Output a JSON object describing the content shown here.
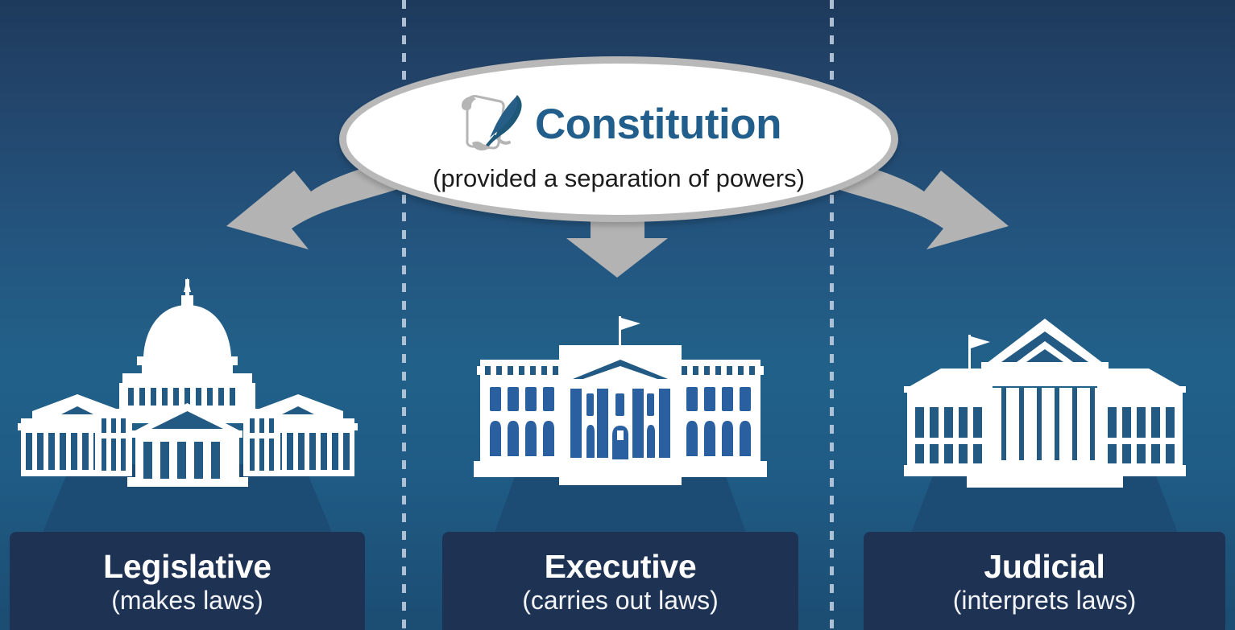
{
  "graphic": {
    "title": "Constitution",
    "subtitle": "(provided a separation of powers)",
    "icon": "scroll-quill-icon",
    "colors": {
      "background_top": "#1d3a5c",
      "background_bottom": "#1c4d73",
      "accent_blue": "#215e8c",
      "label_box": "#1e3254",
      "arrow_gray": "#b3b3b3",
      "building_white": "#ffffff",
      "pedestal": "#1c4a72",
      "divider_dash": "#b9c9dc"
    }
  },
  "arrows": [
    {
      "name": "arrow-to-legislative",
      "direction": "down-left",
      "color": "#b3b3b3"
    },
    {
      "name": "arrow-to-executive",
      "direction": "down",
      "color": "#b3b3b3"
    },
    {
      "name": "arrow-to-judicial",
      "direction": "down-right",
      "color": "#b3b3b3"
    }
  ],
  "branches": [
    {
      "id": "legislative",
      "title": "Legislative",
      "subtitle": "(makes laws)",
      "icon": "capitol-building-icon"
    },
    {
      "id": "executive",
      "title": "Executive",
      "subtitle": "(carries out laws)",
      "icon": "white-house-icon"
    },
    {
      "id": "judicial",
      "title": "Judicial",
      "subtitle": "(interprets laws)",
      "icon": "supreme-court-building-icon"
    }
  ]
}
